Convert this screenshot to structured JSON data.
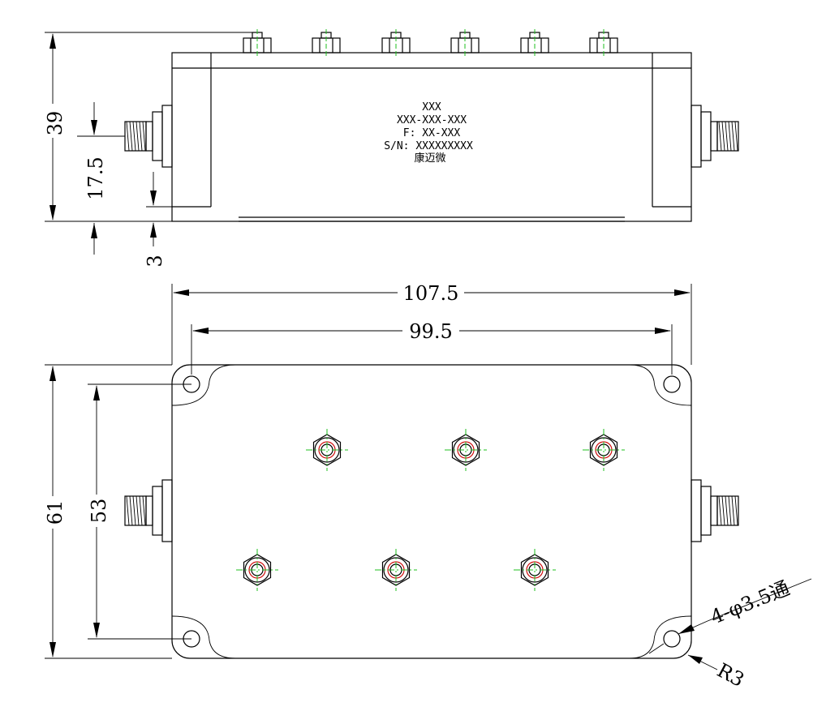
{
  "label": {
    "line1": "XXX",
    "line2": "XXX-XXX-XXX",
    "line3": "F: XX-XXX",
    "line4": "S/N: XXXXXXXXX",
    "line5": "康迈微"
  },
  "dimensions": {
    "height_39": "39",
    "height_17_5": "17.5",
    "offset_3": "3",
    "length_107_5": "107.5",
    "hole_spacing_99_5": "99.5",
    "width_61": "61",
    "hole_spacing_53": "53",
    "hole_callout": "4-φ3.5通",
    "corner_radius": "R3"
  },
  "colors": {
    "line": "#000000",
    "centerline": "#1fbf1f",
    "thread": "#d01010"
  }
}
